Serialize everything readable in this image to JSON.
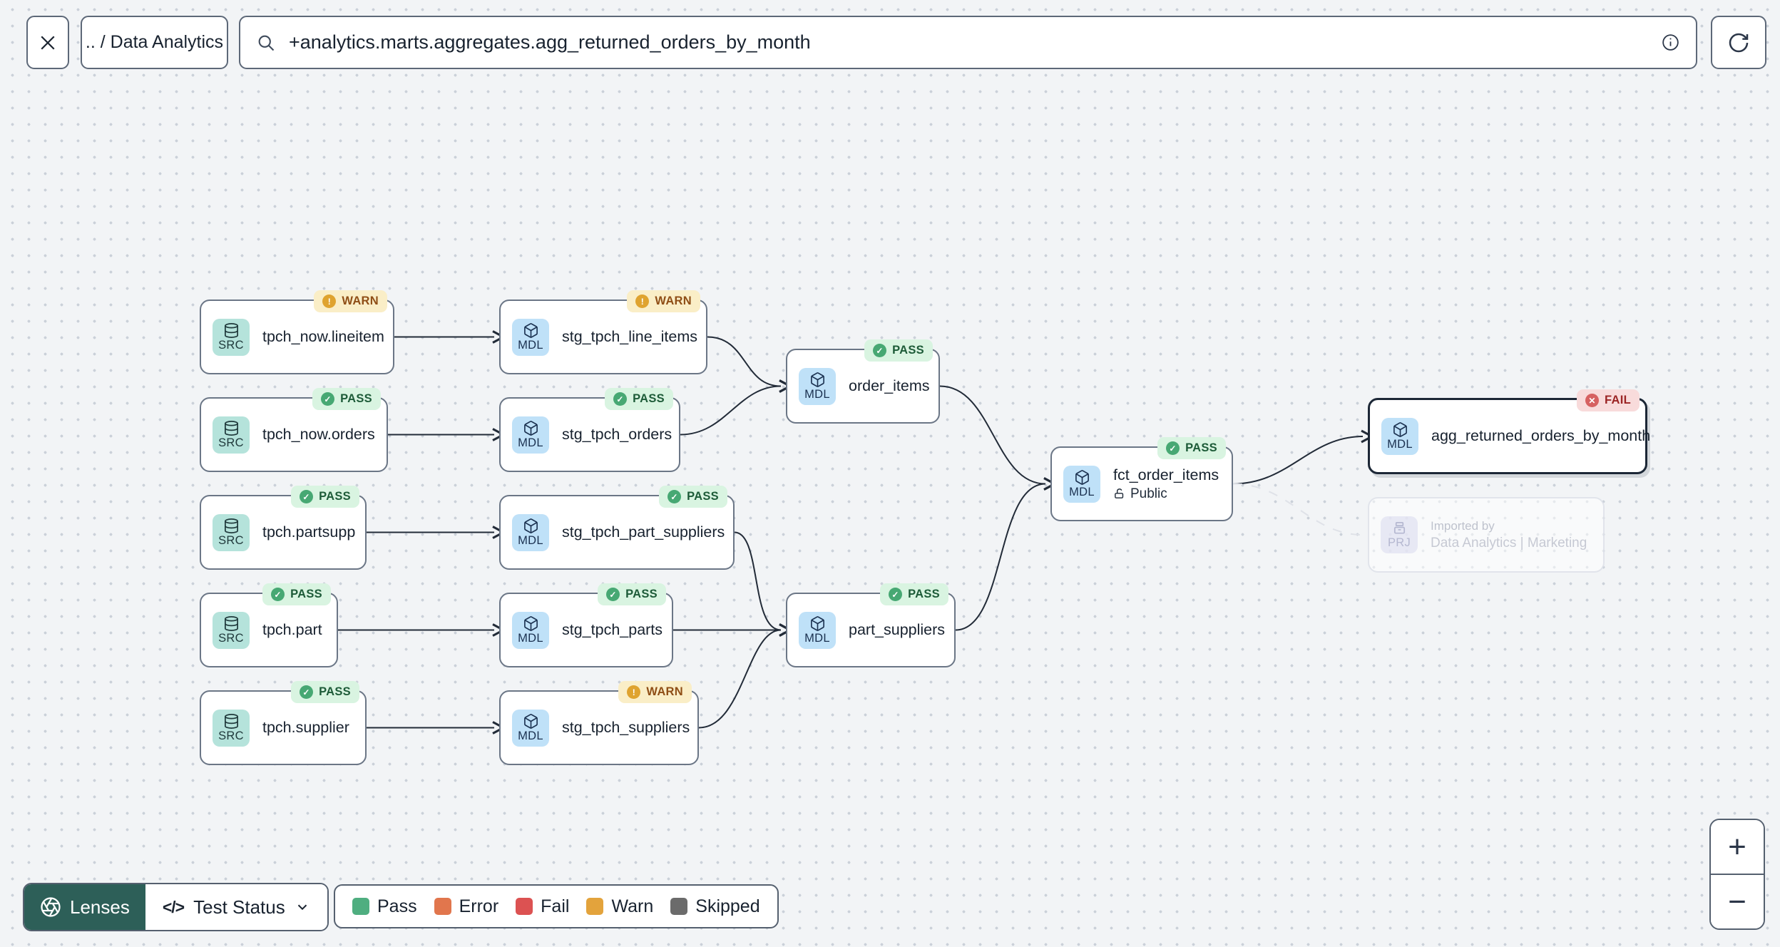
{
  "topbar": {
    "breadcrumb": ".. / Data Analytics",
    "search_value": "+analytics.marts.aggregates.agg_returned_orders_by_month"
  },
  "graph": {
    "nodes": [
      {
        "id": "tpch_now.lineitem",
        "type": "SRC",
        "title": "tpch_now.lineitem",
        "status": "WARN"
      },
      {
        "id": "tpch_now.orders",
        "type": "SRC",
        "title": "tpch_now.orders",
        "status": "PASS"
      },
      {
        "id": "tpch.partsupp",
        "type": "SRC",
        "title": "tpch.partsupp",
        "status": "PASS"
      },
      {
        "id": "tpch.part",
        "type": "SRC",
        "title": "tpch.part",
        "status": "PASS"
      },
      {
        "id": "tpch.supplier",
        "type": "SRC",
        "title": "tpch.supplier",
        "status": "PASS"
      },
      {
        "id": "stg_tpch_line_items",
        "type": "MDL",
        "title": "stg_tpch_line_items",
        "status": "WARN"
      },
      {
        "id": "stg_tpch_orders",
        "type": "MDL",
        "title": "stg_tpch_orders",
        "status": "PASS"
      },
      {
        "id": "stg_tpch_part_suppliers",
        "type": "MDL",
        "title": "stg_tpch_part_suppliers",
        "status": "PASS"
      },
      {
        "id": "stg_tpch_parts",
        "type": "MDL",
        "title": "stg_tpch_parts",
        "status": "PASS"
      },
      {
        "id": "stg_tpch_suppliers",
        "type": "MDL",
        "title": "stg_tpch_suppliers",
        "status": "WARN"
      },
      {
        "id": "order_items",
        "type": "MDL",
        "title": "order_items",
        "status": "PASS"
      },
      {
        "id": "part_suppliers",
        "type": "MDL",
        "title": "part_suppliers",
        "status": "PASS"
      },
      {
        "id": "fct_order_items",
        "type": "MDL",
        "title": "fct_order_items",
        "status": "PASS",
        "access": "Public"
      },
      {
        "id": "agg_returned_orders_by_month",
        "type": "MDL",
        "title": "agg_returned_orders_by_month",
        "status": "FAIL",
        "selected": true
      },
      {
        "id": "imported_by_project",
        "type": "PRJ",
        "title": "Imported by",
        "subtitle": "Data Analytics | Marketing",
        "ghost": true
      }
    ],
    "edges": [
      {
        "from": "tpch_now.lineitem",
        "to": "stg_tpch_line_items",
        "style": "solid"
      },
      {
        "from": "tpch_now.orders",
        "to": "stg_tpch_orders",
        "style": "solid"
      },
      {
        "from": "tpch.partsupp",
        "to": "stg_tpch_part_suppliers",
        "style": "solid"
      },
      {
        "from": "tpch.part",
        "to": "stg_tpch_parts",
        "style": "solid"
      },
      {
        "from": "tpch.supplier",
        "to": "stg_tpch_suppliers",
        "style": "solid"
      },
      {
        "from": "stg_tpch_line_items",
        "to": "order_items",
        "style": "solid"
      },
      {
        "from": "stg_tpch_orders",
        "to": "order_items",
        "style": "solid"
      },
      {
        "from": "stg_tpch_part_suppliers",
        "to": "part_suppliers",
        "style": "solid"
      },
      {
        "from": "stg_tpch_parts",
        "to": "part_suppliers",
        "style": "solid"
      },
      {
        "from": "stg_tpch_suppliers",
        "to": "part_suppliers",
        "style": "solid"
      },
      {
        "from": "order_items",
        "to": "fct_order_items",
        "style": "solid"
      },
      {
        "from": "part_suppliers",
        "to": "fct_order_items",
        "style": "solid"
      },
      {
        "from": "fct_order_items",
        "to": "agg_returned_orders_by_month",
        "style": "solid"
      },
      {
        "from": "fct_order_items",
        "to": "imported_by_project",
        "style": "dashed"
      }
    ]
  },
  "controls": {
    "lenses_label": "Lenses",
    "lens_selected": "Test Status",
    "zoom_in_label": "+",
    "zoom_out_label": "−"
  },
  "legend": {
    "items": [
      {
        "label": "Pass",
        "color": "#4fae80"
      },
      {
        "label": "Error",
        "color": "#e1764d"
      },
      {
        "label": "Fail",
        "color": "#dc5252"
      },
      {
        "label": "Warn",
        "color": "#e3a33c"
      },
      {
        "label": "Skipped",
        "color": "#6b6b6b"
      }
    ]
  },
  "status_colors": {
    "pass": "#47a873",
    "warn": "#dfa32f",
    "fail": "#d66161"
  },
  "icons": {
    "close-icon": "×",
    "search-icon": "magnifier",
    "info-icon": "ⓘ",
    "refresh-icon": "⟳",
    "aperture-icon": "lens aperture",
    "code-icon": "</>",
    "chevron-down-icon": "⌄",
    "database-icon": "cylinder",
    "cube-icon": "box",
    "project-icon": "archive",
    "lock-open-icon": "open padlock"
  }
}
